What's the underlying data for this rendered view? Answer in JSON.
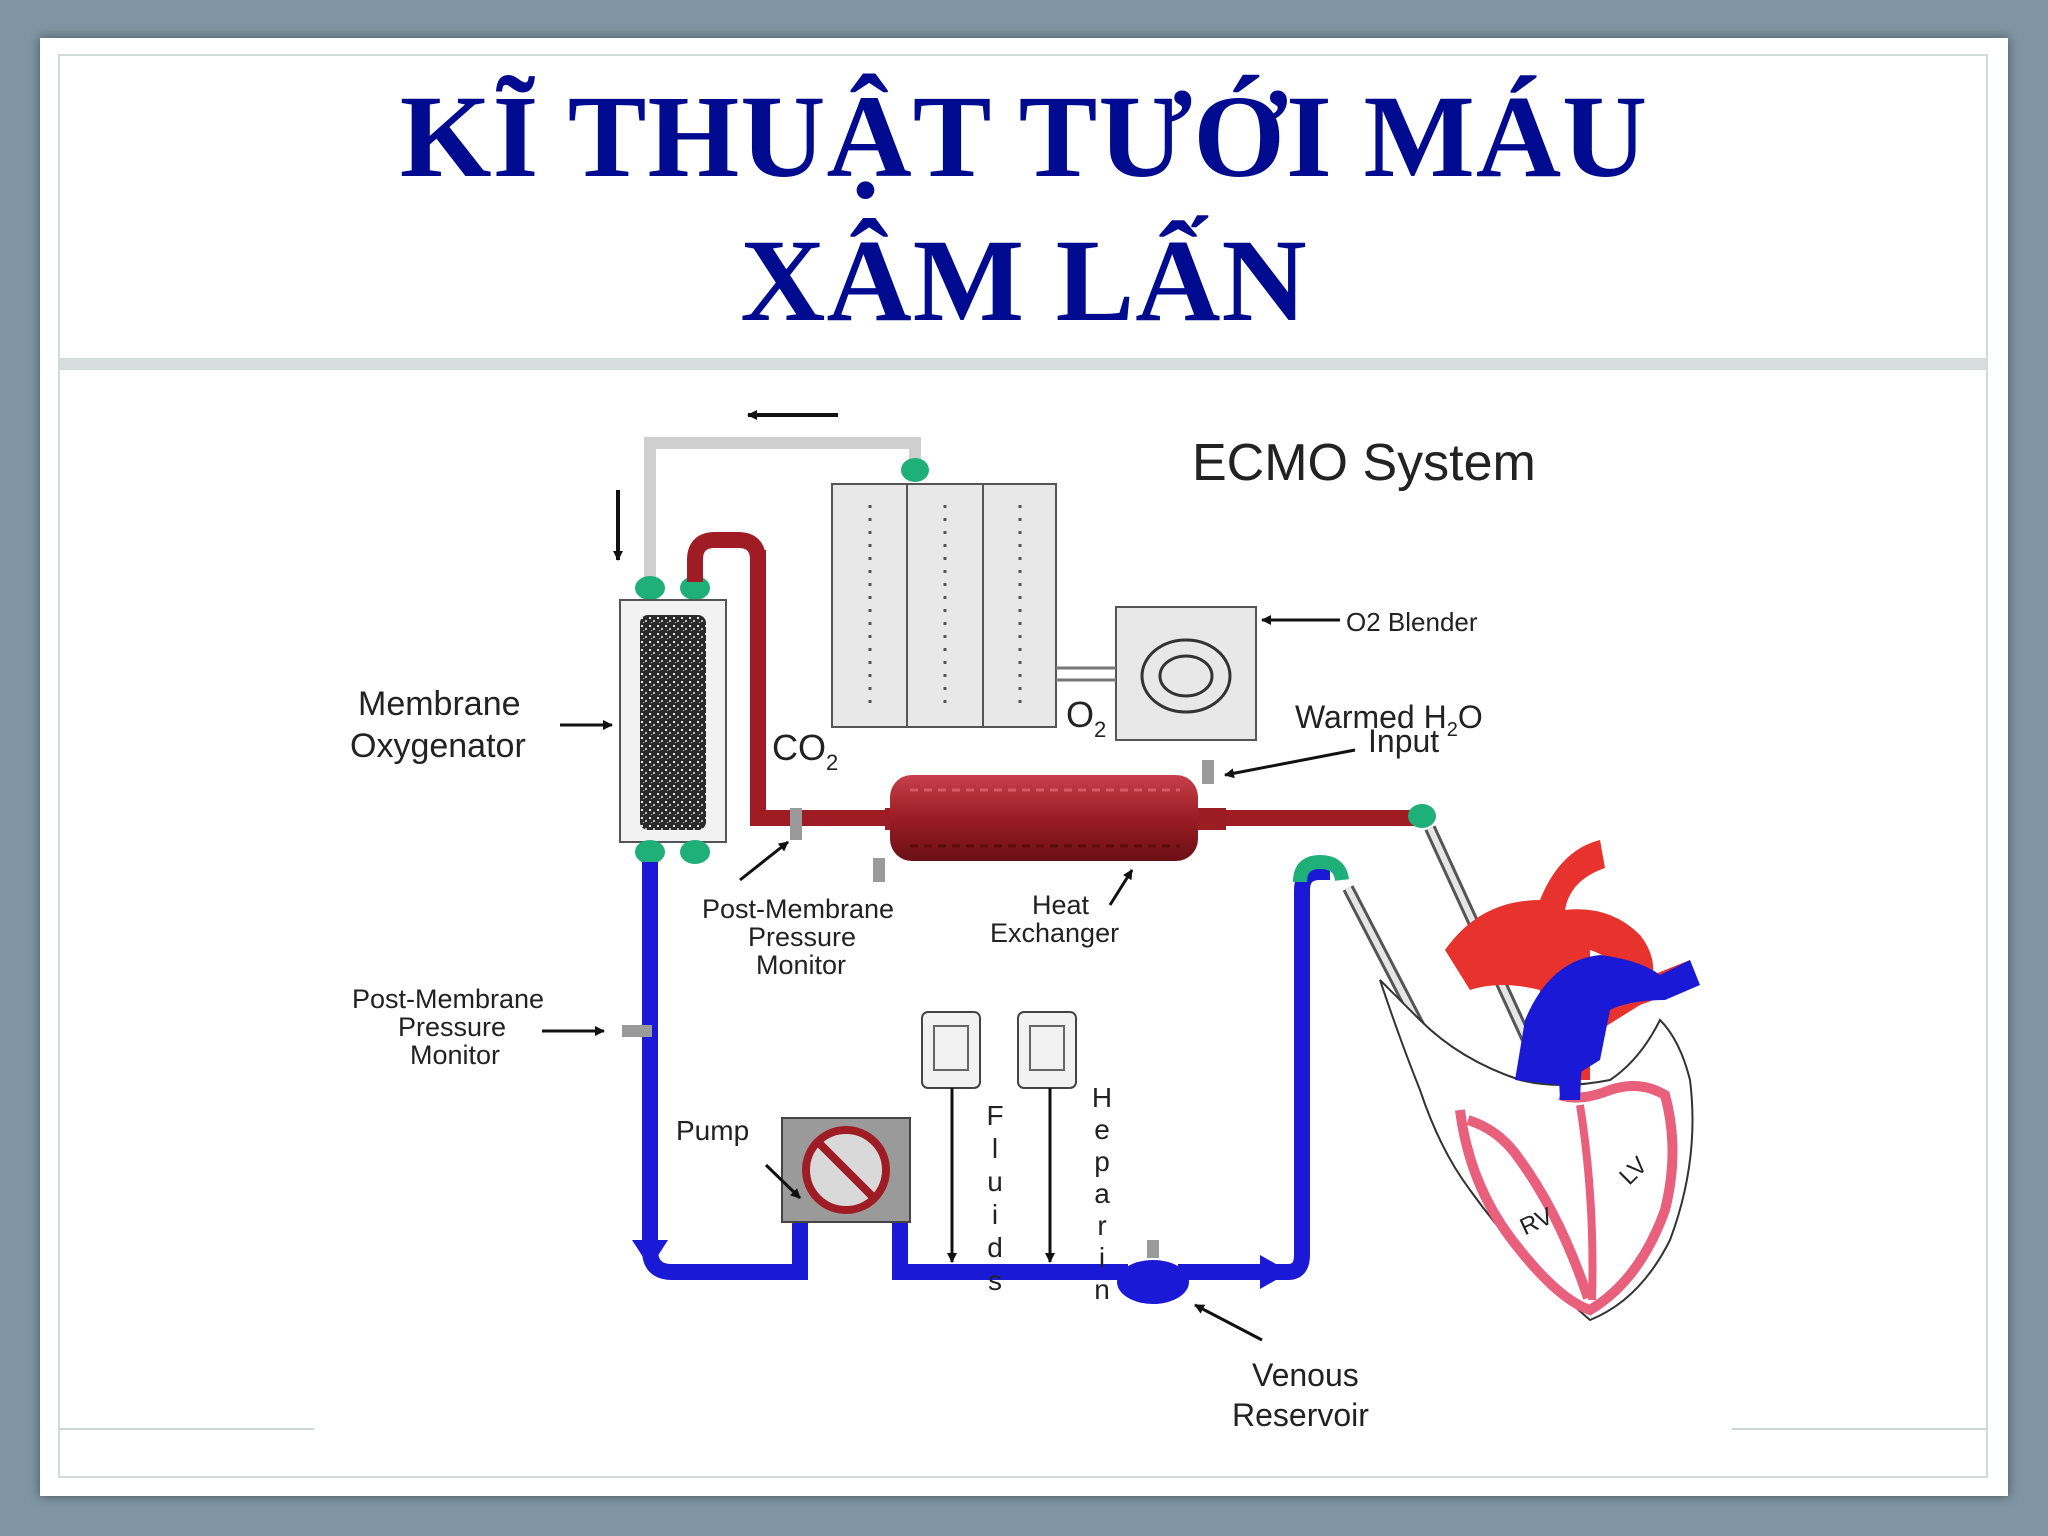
{
  "slide": {
    "title_line1": "KĨ THUẬT TƯỚI MÁU",
    "title_line2": "XÂM LẤN"
  },
  "diagram": {
    "heading": "ECMO System",
    "labels": {
      "o2_blender": "O2 Blender",
      "warmed_line1": "Warmed H",
      "warmed_sub": "2",
      "warmed_end": "O",
      "warmed_line2": "Input",
      "membrane_line1": "Membrane",
      "membrane_line2": "Oxygenator",
      "co2_main": "CO",
      "co2_sub": "2",
      "o2_main": "O",
      "o2_sub": "2",
      "post_membrane_top_1": "Post-Membrane",
      "post_membrane_top_2": "Pressure",
      "post_membrane_top_3": "Monitor",
      "heat_1": "Heat",
      "heat_2": "Exchanger",
      "post_membrane_left_1": "Post-Membrane",
      "post_membrane_left_2": "Pressure",
      "post_membrane_left_3": "Monitor",
      "pump": "Pump",
      "fluids": "Fluids",
      "heparin": "Heparin",
      "venous_1": "Venous",
      "venous_2": "Reservoir",
      "rv": "RV",
      "lv": "LV"
    },
    "colors": {
      "venous": "#1a1ad6",
      "arterial": "#a01c24",
      "connector": "#1fb07a",
      "title": "#000b8f",
      "heart_outline": "#e8607c"
    }
  }
}
